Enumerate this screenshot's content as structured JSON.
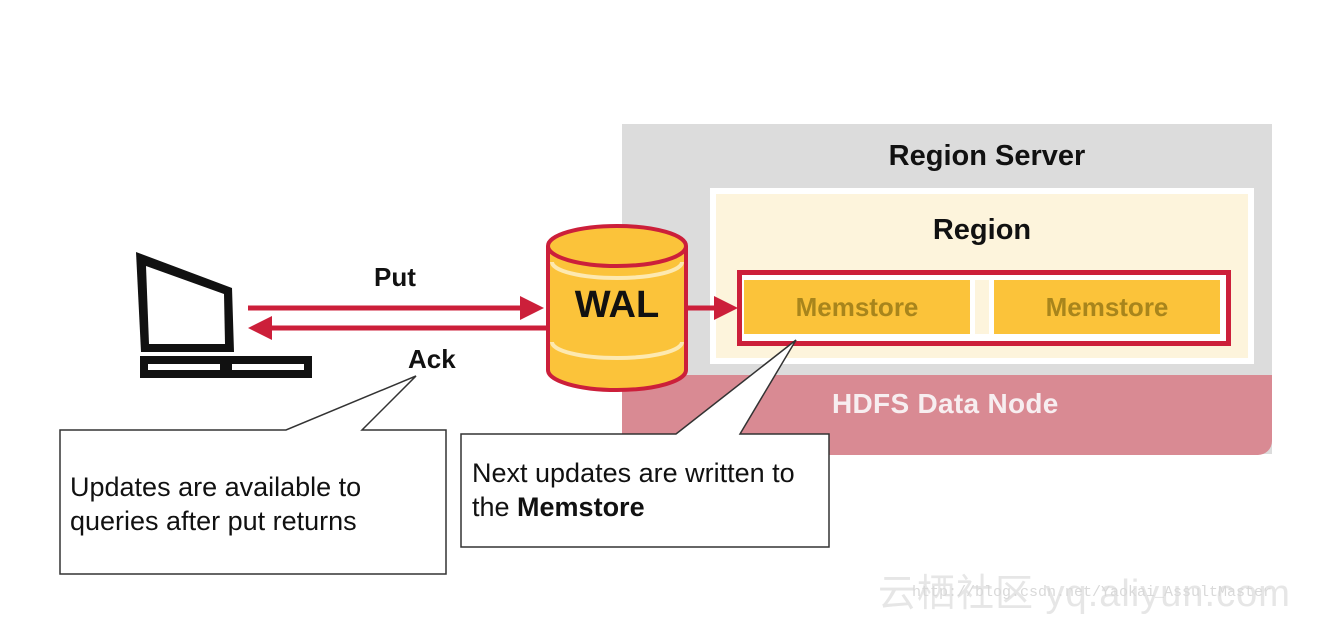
{
  "diagram": {
    "region_server_title": "Region Server",
    "region_title": "Region",
    "memstores": [
      "Memstore",
      "Memstore"
    ],
    "hdfs_label": "HDFS Data Node",
    "wal_label": "WAL",
    "put_label": "Put",
    "ack_label": "Ack",
    "callout_client": "Updates are available to queries after put returns",
    "callout_memstore_prefix": "Next updates are written to the ",
    "callout_memstore_bold": "Memstore"
  },
  "watermark": {
    "site": "云栖社区 yq.aliyun.com",
    "url": "http://blog.csdn.net/Yaokai_AssultMaster"
  },
  "colors": {
    "accent_red": "#cc1f3a",
    "memstore_fill": "#fbc33a",
    "region_server_bg": "#dcdcdc",
    "hdfs_bg": "#d98a93",
    "region_bg": "#fdf4dc"
  }
}
